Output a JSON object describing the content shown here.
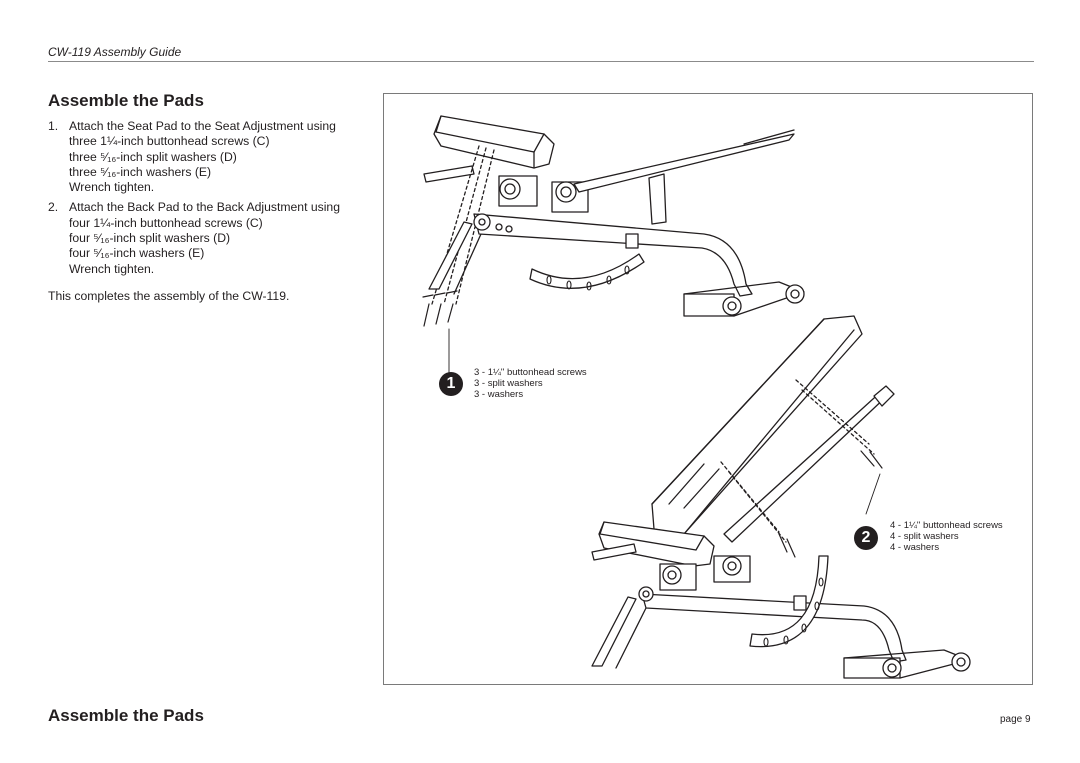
{
  "header": {
    "guide_title": "CW-119 Assembly Guide"
  },
  "section": {
    "title": "Assemble the Pads"
  },
  "steps": [
    {
      "number": "1.",
      "lines": [
        "Attach the Seat Pad to the Seat Adjustment using",
        "three 1¼-inch buttonhead screws (C)",
        "three ⁵⁄₁₆-inch split washers (D)",
        "three ⁵⁄₁₆-inch washers (E)",
        "Wrench tighten."
      ]
    },
    {
      "number": "2.",
      "lines": [
        "Attach the Back Pad to the Back Adjustment using",
        "four 1¼-inch buttonhead screws (C)",
        "four ⁵⁄₁₆-inch split washers (D)",
        "four ⁵⁄₁₆-inch washers (E)",
        "Wrench tighten."
      ]
    }
  ],
  "conclusion": "This completes the assembly of the CW-119.",
  "figure": {
    "callouts": [
      {
        "badge": "1",
        "lines": [
          "3 - 1¼\" buttonhead screws",
          "3 - split washers",
          "3 - washers"
        ]
      },
      {
        "badge": "2",
        "lines": [
          "4 - 1¼\" buttonhead screws",
          "4 - split washers",
          "4 - washers"
        ]
      }
    ]
  },
  "footer": {
    "title": "Assemble the Pads",
    "page": "page 9"
  }
}
